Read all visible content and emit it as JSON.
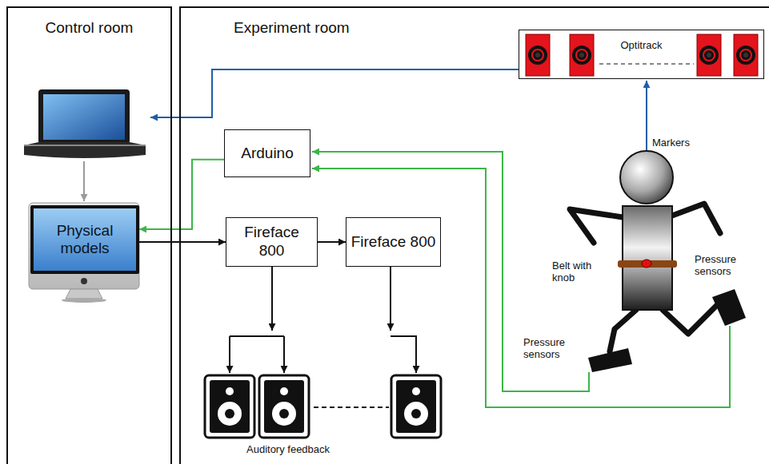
{
  "diagram": {
    "nodes": [
      {
        "text": [
          "Control room"
        ]
      },
      {
        "text": [
          "Experiment room"
        ]
      },
      {
        "text": [
          "Physical models"
        ],
        "in": 0
      },
      {
        "text": [
          "Optitrack"
        ],
        "in": 1
      },
      {
        "text": [
          "Arduino"
        ],
        "in": 1
      },
      {
        "text": [
          "Fireface 800"
        ],
        "in": 1
      },
      {
        "text": [
          "Fireface 800"
        ],
        "in": 1
      }
    ],
    "edges": [
      {
        "from": 4,
        "to": 2,
        "arrow": "to"
      },
      {
        "from": 2,
        "to": 5,
        "arrow": "to"
      },
      {
        "from": 5,
        "to": 6,
        "arrow": "to"
      }
    ],
    "labels": [
      "Markers",
      "Belt with knob",
      "Pressure sensors",
      "Pressure sensors",
      "Auditory feedback"
    ]
  }
}
